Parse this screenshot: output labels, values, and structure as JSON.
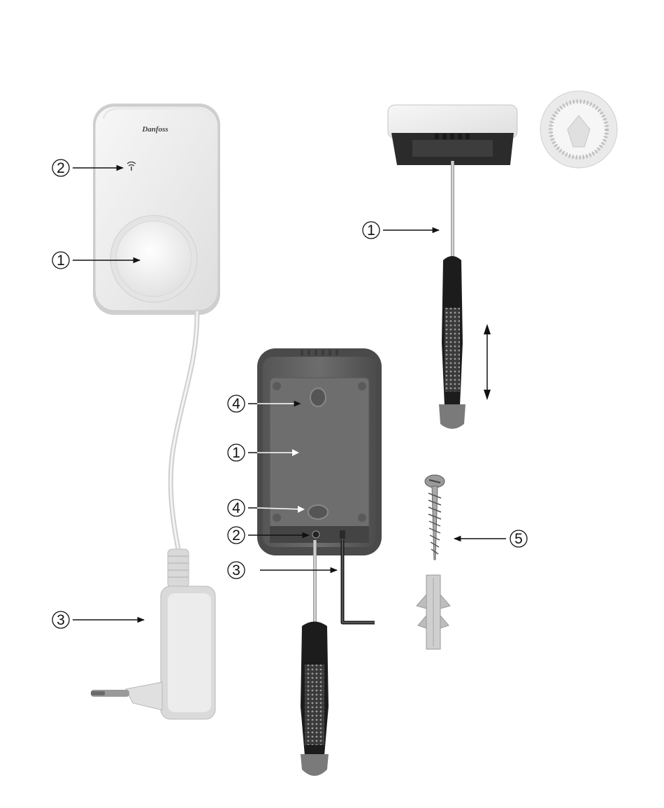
{
  "brand_logo_text": "Danfoss",
  "callouts": {
    "receiver_front": {
      "button": "1",
      "signal_icon": "2",
      "power_adapter": "3"
    },
    "thermostat_removal": {
      "screwdriver_tip": "1"
    },
    "receiver_back": {
      "back_plate": "1",
      "plate_screw": "2",
      "hex_key": "3",
      "mounting_hole_top": "4",
      "mounting_hole_bottom": "4"
    },
    "fixings": {
      "screw_and_plug": "5"
    }
  },
  "icons": [
    "wifi-signal-icon",
    "double-arrow-icon"
  ],
  "colors": {
    "device_white": "#f2f2f2",
    "device_shadow": "#d6d6d6",
    "back_plate": "#6a6a6a",
    "screwdriver_handle": "#1c1c1c",
    "screwdriver_grip": "#7a7a7a",
    "metal": "#b8b8b8",
    "ink": "#111111"
  }
}
